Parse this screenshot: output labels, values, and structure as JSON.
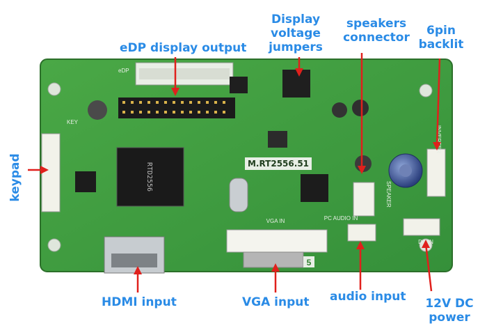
{
  "labels": {
    "edp_output": "eDP display output",
    "display_voltage": [
      "Display",
      "voltage",
      "jumpers"
    ],
    "speakers": [
      "speakers",
      "connector"
    ],
    "backlit": [
      "6pin",
      "backlit"
    ],
    "keypad": "keypad",
    "hdmi": "HDMI input",
    "vga": "VGA input",
    "audio": "audio input",
    "power": [
      "12V DC",
      "power"
    ]
  },
  "board_text": {
    "model": "M.RT2556.51",
    "chip": "RTD2556",
    "vga_in": "VGA IN",
    "pc_audio_in": "PC AUDIO IN",
    "inverter": "INVERTER",
    "speaker": "SPEAKER",
    "dc_in": "DC IN",
    "key": "KEY",
    "edp": "eDP",
    "number_5": "5"
  },
  "colors": {
    "label_blue": "#2a8be6",
    "arrow_red": "#e0201c",
    "pcb_green": "#3f9a3a",
    "pcb_dark": "#2f7f2d",
    "silk_white": "#e8efe6"
  }
}
